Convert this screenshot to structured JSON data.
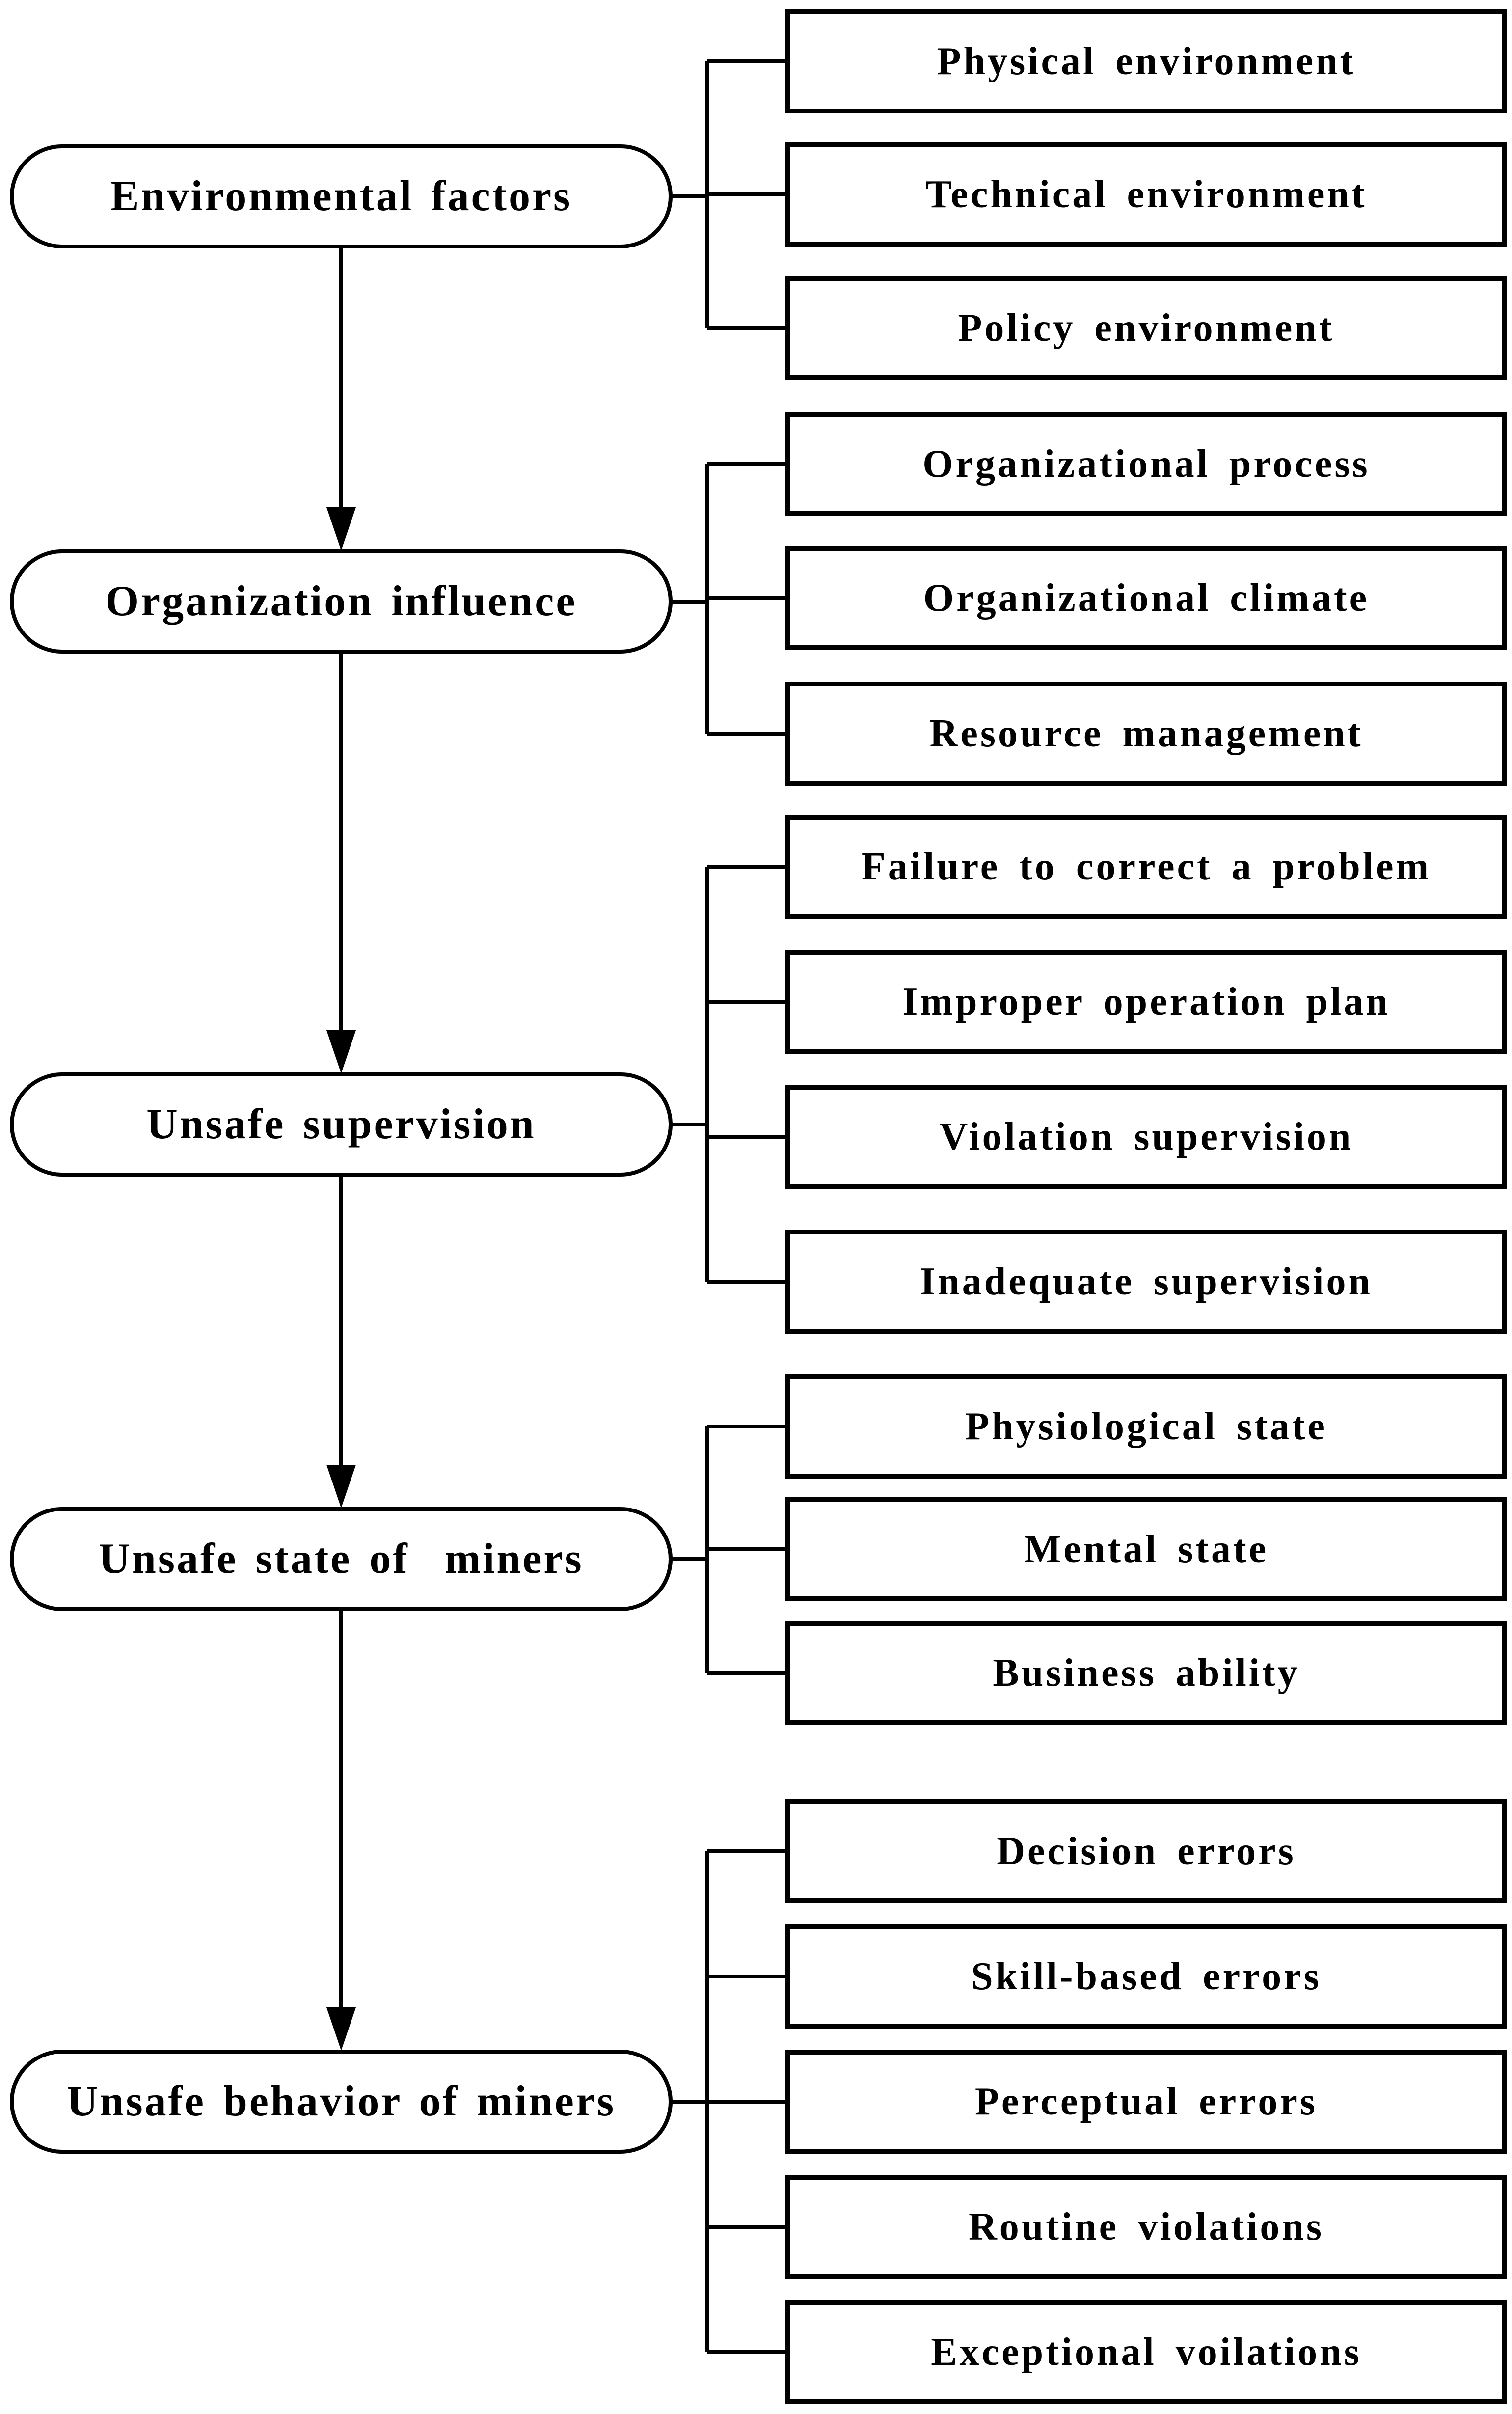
{
  "diagram": {
    "description": "Flow diagram of accident factor levels for miners, each level linked to its contributing factors",
    "colors": {
      "line": "#000000",
      "node_fill": "#ffffff",
      "background": "#ffffff",
      "text": "#000000"
    },
    "levels": [
      {
        "label": "Environmental factors",
        "children": [
          "Physical environment",
          "Technical environment",
          "Policy environment"
        ]
      },
      {
        "label": "Organization influence",
        "children": [
          "Organizational process",
          "Organizational climate",
          "Resource management"
        ]
      },
      {
        "label": "Unsafe supervision",
        "children": [
          "Failure to correct a problem",
          "Improper operation plan",
          "Violation supervision",
          "Inadequate supervision"
        ]
      },
      {
        "label": "Unsafe state of  miners",
        "children": [
          "Physiological state",
          "Mental state",
          "Business ability"
        ]
      },
      {
        "label": "Unsafe behavior of miners",
        "children": [
          "Decision errors",
          "Skill-based errors",
          "Perceptual errors",
          "Routine violations",
          "Exceptional voilations"
        ]
      }
    ]
  }
}
